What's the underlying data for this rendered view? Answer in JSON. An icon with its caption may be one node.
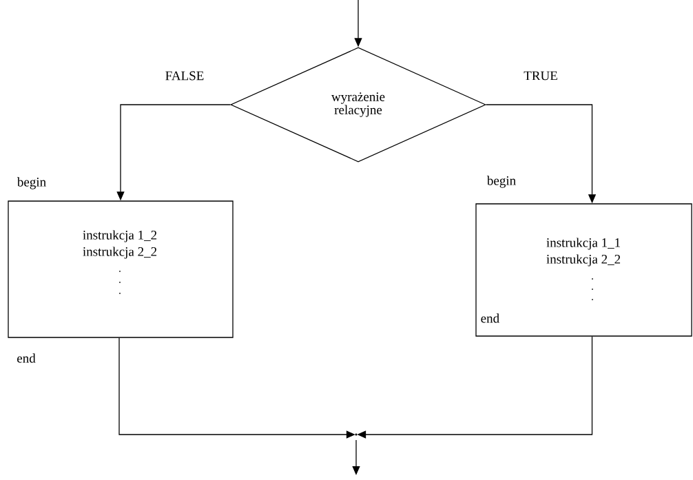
{
  "diagram": {
    "nodes": [
      {
        "text": [
          "wyrażenie relacyjne"
        ]
      },
      {
        "text": [
          "instrukcja 1_2",
          "instrukcja 2_2"
        ],
        "beside": [
          "begin",
          "end"
        ]
      },
      {
        "text": [
          "instrukcja 1_1",
          "instrukcja 2_2",
          "end"
        ],
        "beside": [
          "begin"
        ]
      },
      {
        "text": [],
        "shape": "point"
      }
    ],
    "edges": [
      {
        "from": null,
        "to": 0,
        "arrow": "to"
      },
      {
        "from": 0,
        "to": 1,
        "arrow": "to",
        "label": "FALSE"
      },
      {
        "from": 0,
        "to": 2,
        "arrow": "to",
        "label": "TRUE"
      },
      {
        "from": 1,
        "to": 3,
        "arrow": "to"
      },
      {
        "from": 2,
        "to": 3,
        "arrow": "to"
      },
      {
        "from": 3,
        "to": null,
        "arrow": "to"
      }
    ]
  }
}
